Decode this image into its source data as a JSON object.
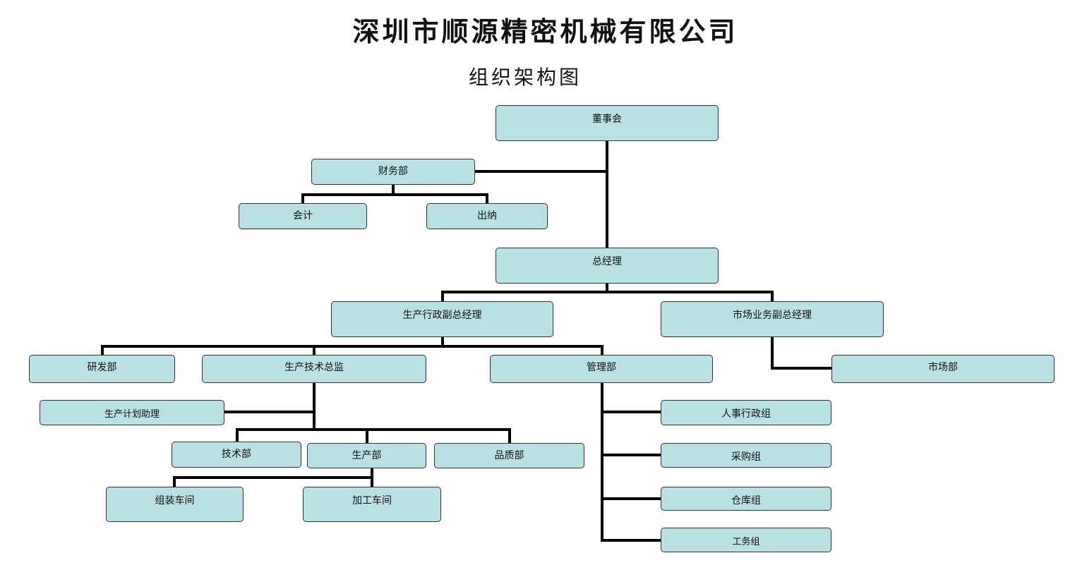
{
  "header": {
    "company": "深圳市顺源精密机械有限公司",
    "subtitle": "组织架构图"
  },
  "nodes": {
    "board": "董事会",
    "finance": "财务部",
    "accounting": "会计",
    "cashier": "出纳",
    "gm": "总经理",
    "prod_vp": "生产行政副总经理",
    "market_vp": "市场业务副总经理",
    "rd": "研发部",
    "prod_tech_dir": "生产技术总监",
    "admin": "管理部",
    "market": "市场部",
    "planning_asst": "生产计划助理",
    "tech": "技术部",
    "production": "生产部",
    "quality": "品质部",
    "assembly": "组装车间",
    "machining": "加工车间",
    "hr_admin": "人事行政组",
    "purchasing": "采购组",
    "warehouse": "仓库组",
    "engineering_affairs": "工务组"
  }
}
